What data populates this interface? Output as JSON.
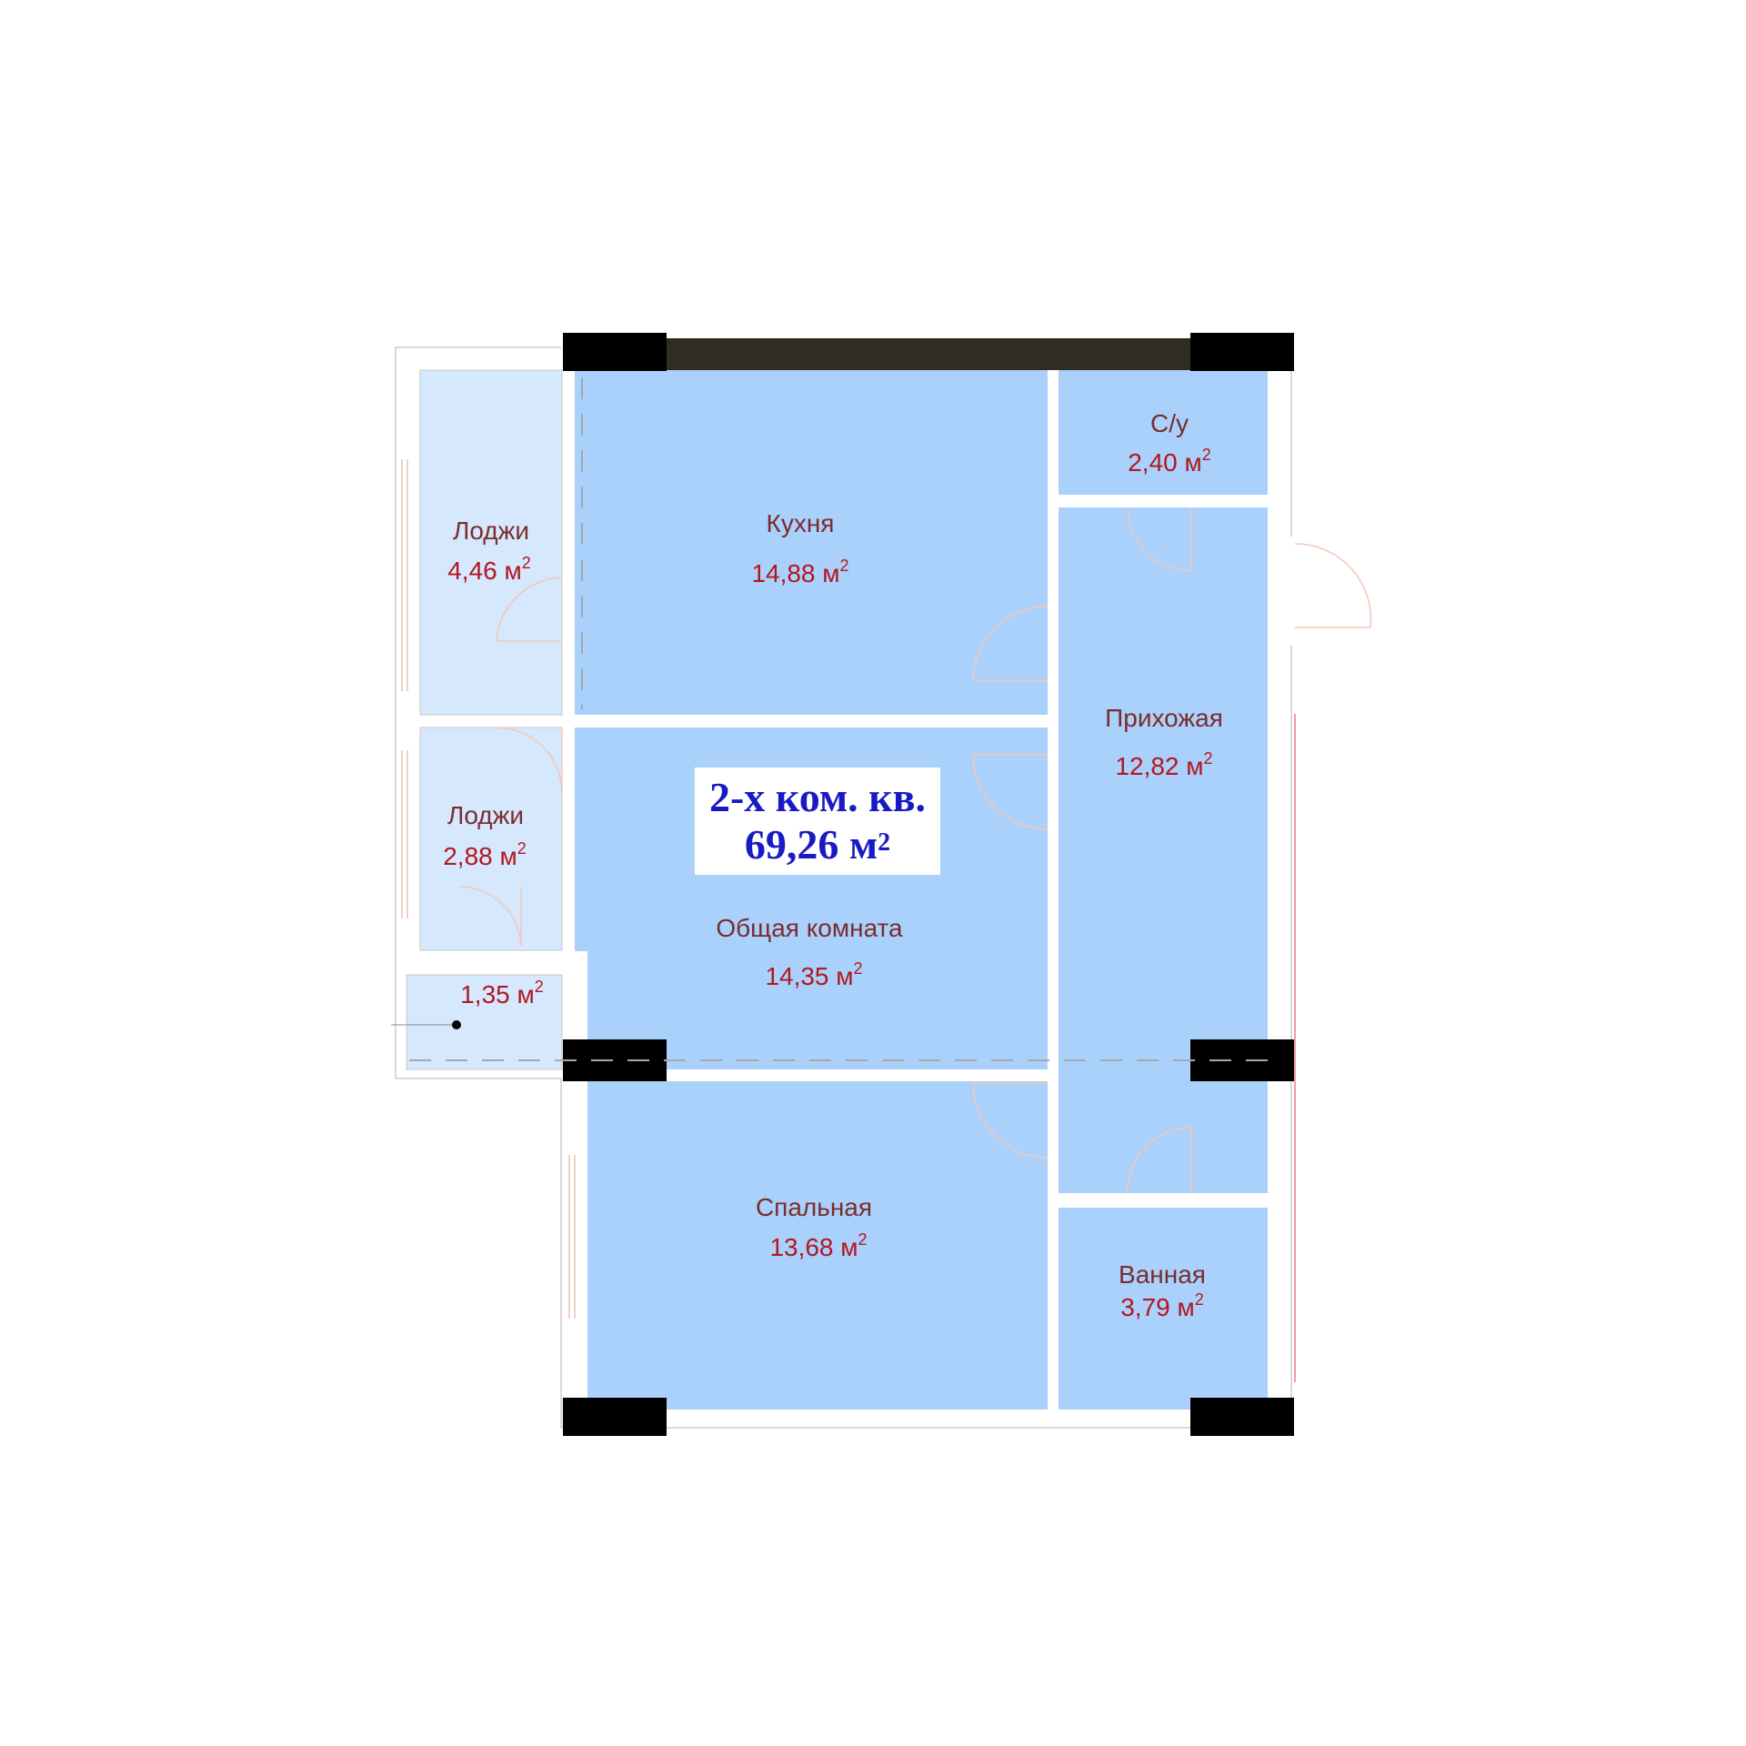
{
  "plan": {
    "apartment_type": "2-х ком. кв.",
    "total_area": "69,26 м",
    "area_unit_sup": "2",
    "colors": {
      "room_fill": "#aad1fb",
      "loggia_fill": "#d6e8fd",
      "column": "#000000",
      "top_wall": "#2f2d22",
      "label_name": "#7a2d2d",
      "label_area": "#b3171f",
      "title": "#1a1ac4"
    },
    "rooms": [
      {
        "id": "kitchen",
        "name": "Кухня",
        "area": "14,88 м"
      },
      {
        "id": "wc",
        "name": "С/у",
        "area": "2,40 м"
      },
      {
        "id": "hallway",
        "name": "Прихожая",
        "area": "12,82 м"
      },
      {
        "id": "living",
        "name": "Общая комната",
        "area": "14,35 м"
      },
      {
        "id": "bedroom",
        "name": "Спальная",
        "area": "13,68 м"
      },
      {
        "id": "bathroom",
        "name": "Ванная",
        "area": "3,79 м"
      },
      {
        "id": "loggia1",
        "name": "Лоджи",
        "area": "4,46 м"
      },
      {
        "id": "loggia2",
        "name": "Лоджи",
        "area": "2,88 м"
      },
      {
        "id": "loggia3",
        "name": "",
        "area": "1,35 м"
      }
    ]
  }
}
